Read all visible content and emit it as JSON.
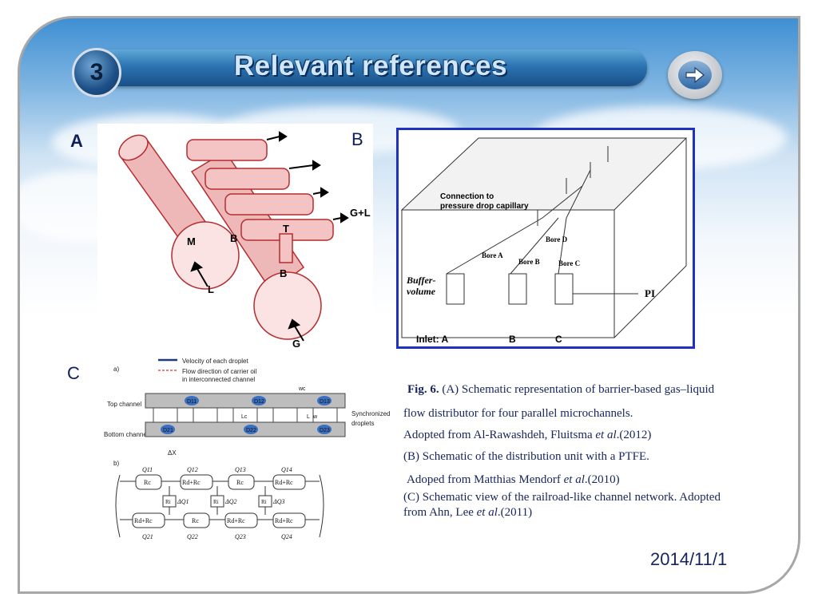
{
  "header": {
    "section_number": "3",
    "title": "Relevant references"
  },
  "figures": {
    "a": {
      "panel_label": "A",
      "labels": {
        "m": "M",
        "l": "L",
        "g": "G",
        "b1": "B",
        "b2": "B",
        "t": "T",
        "gl": "G+L"
      }
    },
    "b": {
      "panel_label": "B",
      "labels": {
        "connection1": "Connection to",
        "connection2": "pressure drop capillary",
        "buffer1": "Buffer-",
        "buffer2": "volume",
        "pi": "PI",
        "bore_a": "Bore A",
        "bore_b": "Bore B",
        "bore_c": "Bore C",
        "bore_d": "Bore D",
        "inlet": "Inlet: A",
        "inlet_b": "B",
        "inlet_c": "C"
      }
    },
    "c": {
      "panel_label": "C",
      "labels": {
        "a": "a)",
        "b": "b)",
        "legend1": "Velocity of each droplet",
        "legend2a": "Flow direction of carrier oil",
        "legend2b": "in interconnected channel",
        "top_channel": "Top channel",
        "bottom_channel": "Bottom channel",
        "sync1": "Synchronized",
        "sync2": "droplets",
        "dx": "ΔX",
        "d11": "D11",
        "d12": "D12",
        "d13": "D13",
        "d21": "D21",
        "d22": "D22",
        "d23": "D23",
        "q11": "Q11",
        "q12": "Q12",
        "q13": "Q13",
        "q14": "Q14",
        "q21": "Q21",
        "q22": "Q22",
        "q23": "Q23",
        "q24": "Q24",
        "rc": "Rc",
        "rdrc": "Rd+Rc",
        "ri": "Ri",
        "dq1": "ΔQ1",
        "dq2": "ΔQ2",
        "dq3": "ΔQ3",
        "wc": "wc",
        "w": "w",
        "l": "L",
        "lc": "Lc"
      }
    }
  },
  "caption": {
    "fig_label": "Fig. 6.",
    "line1": " (A) Schematic representation of barrier-based gas–liquid",
    "line2": "flow distributor for four parallel microchannels.",
    "line3a": "Adopted from Al-Rawashdeh, Fluitsma ",
    "line3b": "et al",
    "line3c": ".(2012)",
    "line4": "(B) Schematic of the distribution unit with a PTFE.",
    "line5a": "Adoped from Matthias Mendorf ",
    "line5b": "et al",
    "line5c": ".(2010)",
    "line6": "(C) Schematic view of the  railroad-like channel network. Adopted",
    "line7a": "from Ahn, Lee ",
    "line7b": "et al",
    "line7c": ".(2011)"
  },
  "footer": {
    "date": "2014/11/1"
  },
  "colors": {
    "title_bar": "#2b74b2",
    "text_navy": "#17255c",
    "pipe_red": "#c0393b",
    "figure_border_b": "#2030c0"
  }
}
